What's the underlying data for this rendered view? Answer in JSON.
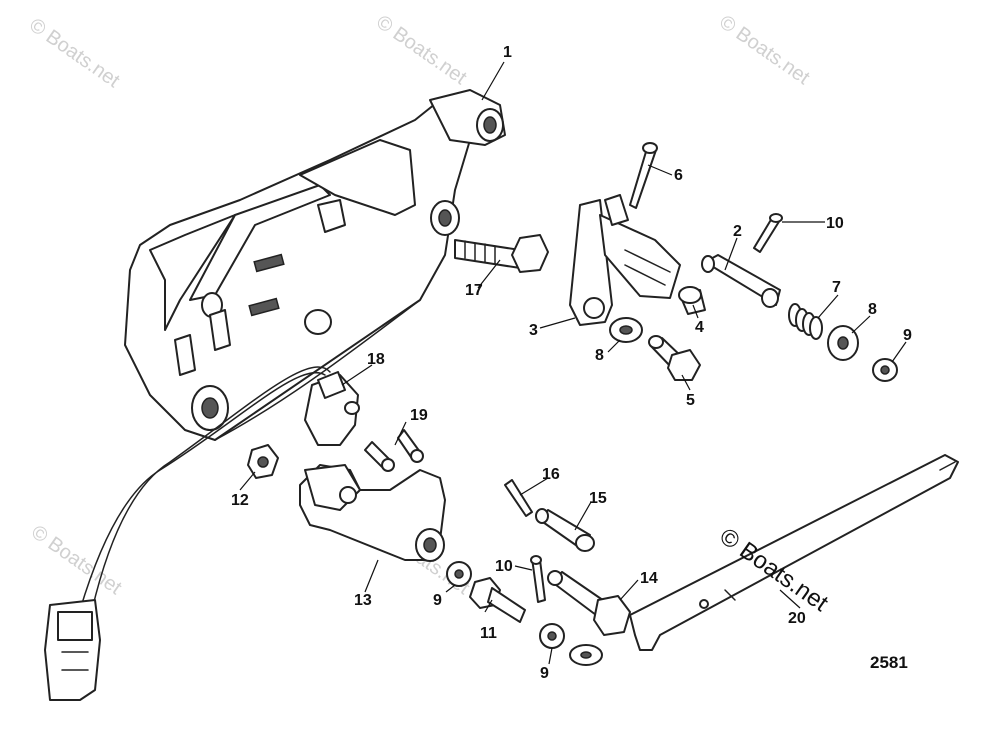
{
  "diagram": {
    "reference_number": "2581",
    "watermark": "© Boats.net",
    "callouts": [
      "1",
      "2",
      "3",
      "4",
      "5",
      "6",
      "7",
      "8",
      "8",
      "9",
      "9",
      "9",
      "10",
      "10",
      "11",
      "12",
      "13",
      "14",
      "15",
      "16",
      "17",
      "18",
      "19",
      "20"
    ]
  }
}
